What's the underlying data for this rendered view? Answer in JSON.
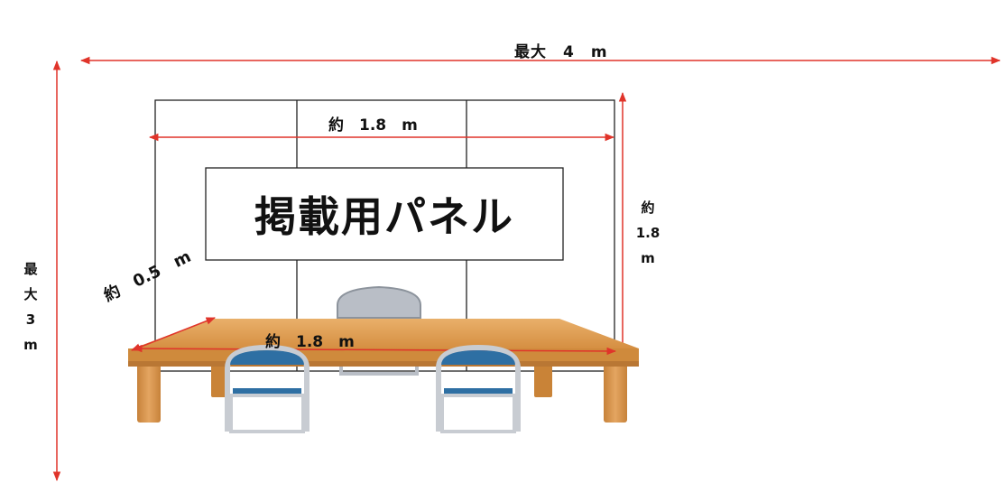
{
  "labels": {
    "max_width": "最大　4　m",
    "panel_width": "約　1.8　m",
    "panel_height": [
      "約",
      "1.8",
      "m"
    ],
    "max_height": [
      "最",
      "大",
      "3",
      "m"
    ],
    "depth": "約　0.5　m",
    "table_width": "約　1.8　m",
    "panel_title": "掲載用パネル"
  },
  "colors": {
    "dimension_arrow": "#e0342a",
    "table_wood": "#e3a25a",
    "chair_blue": "#2e6fa3",
    "chair_frame": "#c8ccd2"
  },
  "icons": [
    "dimension-arrow",
    "folding-chair",
    "table"
  ]
}
